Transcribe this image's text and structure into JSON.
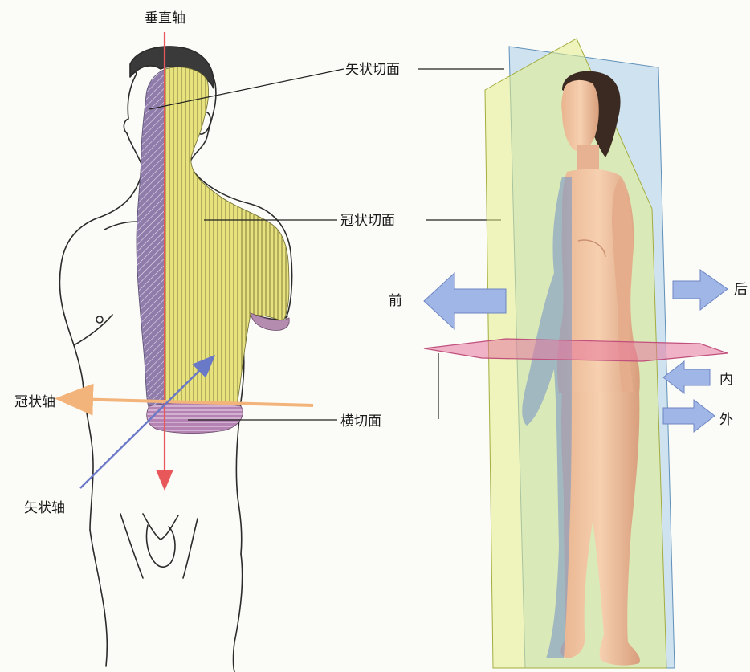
{
  "labels": {
    "vertical_axis": "垂直轴",
    "sagittal_plane": "矢状切面",
    "coronal_plane": "冠状切面",
    "coronal_axis": "冠状轴",
    "transverse_plane": "横切面",
    "sagittal_axis": "矢状轴",
    "anterior": "前",
    "posterior": "后",
    "medial": "内",
    "lateral": "外"
  },
  "colors": {
    "vertical_axis": "#e8585a",
    "coronal_axis": "#f2c08a",
    "sagittal_axis": "#6a78c8",
    "coronal_fill": "#e6e07a",
    "sagittal_fill": "#8c7aa8",
    "transverse_fill": "#b07fae",
    "blue_plane": "#a9cde8",
    "yellow_plane": "#e4ef8a",
    "pink_plane": "#e8779e",
    "arrow_blue": "#9fb6e6",
    "skin": "#f1c5a2"
  }
}
